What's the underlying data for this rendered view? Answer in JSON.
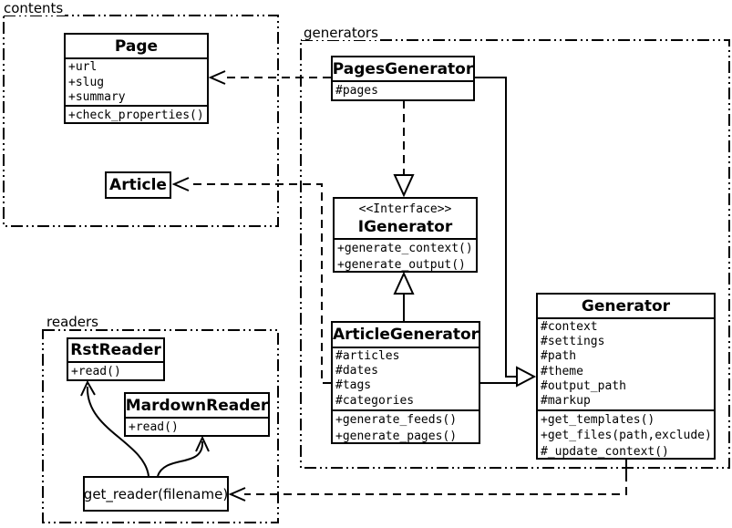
{
  "packages": {
    "contents": {
      "label": "contents"
    },
    "generators": {
      "label": "generators"
    },
    "readers": {
      "label": "readers"
    }
  },
  "classes": {
    "page": {
      "name": "Page",
      "attributes": [
        "+url",
        "+slug",
        "+summary"
      ],
      "methods": [
        "+check_properties()"
      ]
    },
    "article": {
      "name": "Article"
    },
    "pages_generator": {
      "name": "PagesGenerator",
      "attributes": [
        "#pages"
      ]
    },
    "igenerator": {
      "stereotype": "<<Interface>>",
      "name": "IGenerator",
      "methods": [
        "+generate_context()",
        "+generate_output()"
      ]
    },
    "article_generator": {
      "name": "ArticleGenerator",
      "attributes": [
        "#articles",
        "#dates",
        "#tags",
        "#categories"
      ],
      "methods": [
        "+generate_feeds()",
        "+generate_pages()"
      ]
    },
    "generator": {
      "name": "Generator",
      "attributes": [
        "#context",
        "#settings",
        "#path",
        "#theme",
        "#output_path",
        "#markup"
      ],
      "methods": [
        "+get_templates()",
        "+get_files(path,exclude)",
        "#_update_context()"
      ]
    },
    "rst_reader": {
      "name": "RstReader",
      "methods": [
        "+read()"
      ]
    },
    "mardown_reader": {
      "name": "MardownReader",
      "methods": [
        "+read()"
      ]
    },
    "get_reader": {
      "label": "get_reader(filename)"
    }
  },
  "relationships": [
    {
      "from": "PagesGenerator",
      "to": "Page",
      "type": "dashed-dependency"
    },
    {
      "from": "ArticleGenerator",
      "to": "Article",
      "type": "dashed-dependency"
    },
    {
      "from": "PagesGenerator",
      "to": "IGenerator",
      "type": "dashed-realization"
    },
    {
      "from": "ArticleGenerator",
      "to": "IGenerator",
      "type": "solid-generalization"
    },
    {
      "from": "PagesGenerator",
      "to": "Generator",
      "type": "solid-generalization"
    },
    {
      "from": "ArticleGenerator",
      "to": "Generator",
      "type": "solid-generalization"
    },
    {
      "from": "Generator",
      "to": "get_reader(filename)",
      "type": "dashed-dependency"
    },
    {
      "from": "get_reader(filename)",
      "to": "RstReader",
      "type": "curved-arrow"
    },
    {
      "from": "get_reader(filename)",
      "to": "MardownReader",
      "type": "curved-arrow"
    }
  ],
  "colors": {
    "line": "#000000",
    "background": "#ffffff"
  }
}
